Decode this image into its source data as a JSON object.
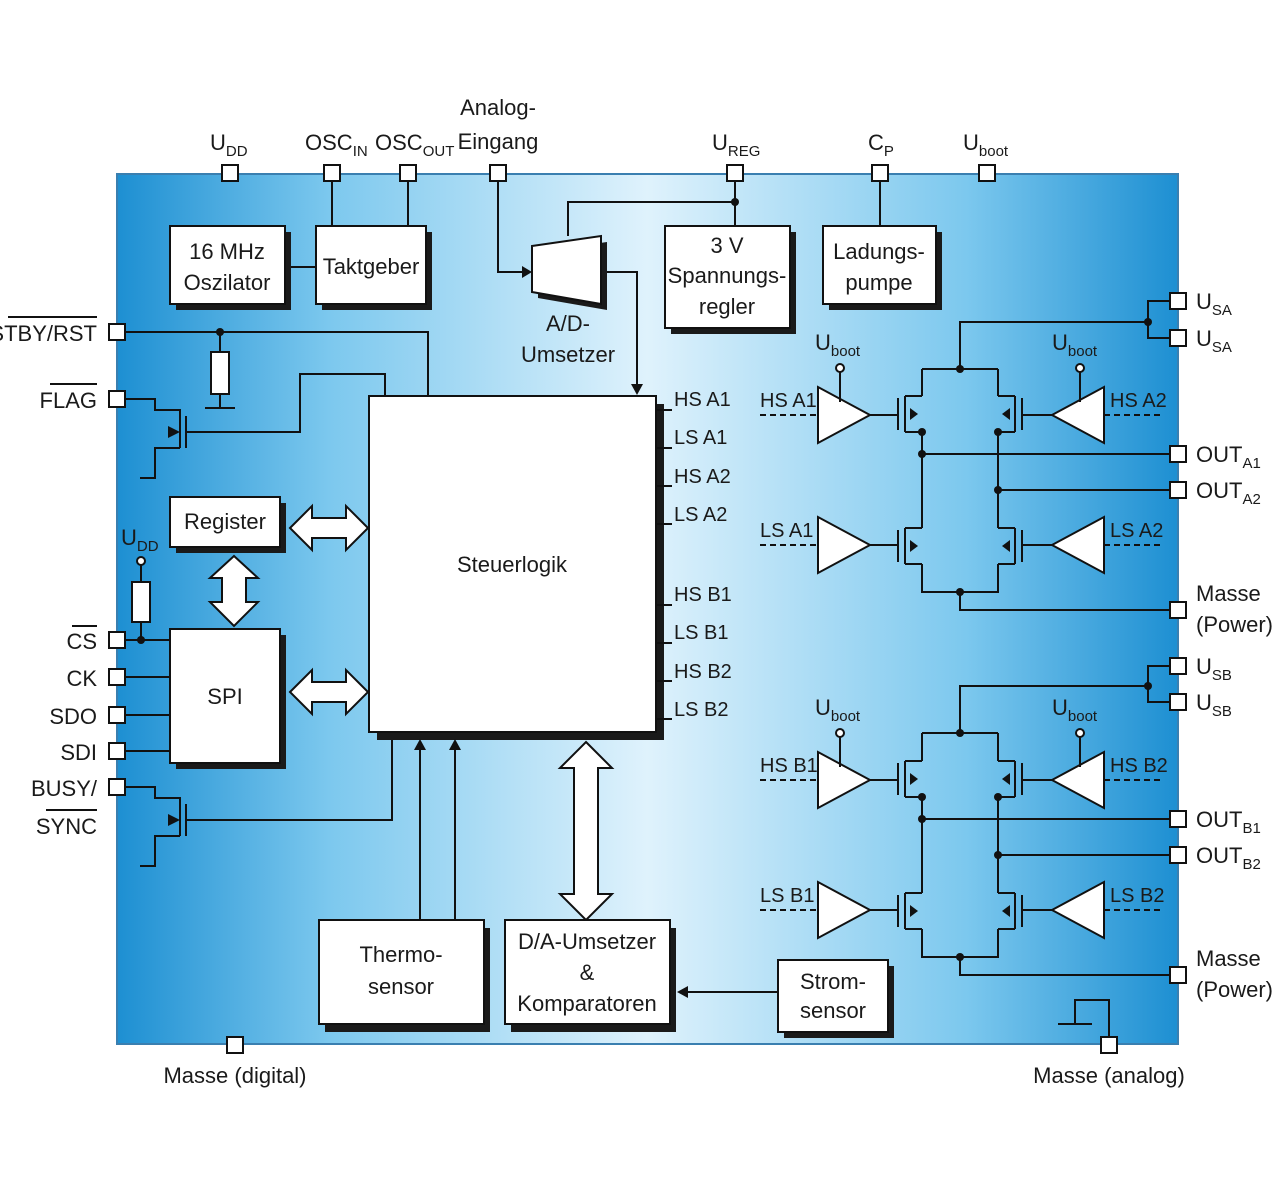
{
  "pins_top": {
    "udd": {
      "main": "U",
      "sub": "DD"
    },
    "osc_in": {
      "main": "OSC",
      "sub": "IN"
    },
    "osc_out": {
      "main": "OSC",
      "sub": "OUT"
    },
    "analog_1": "Analog-",
    "analog_2": "Eingang",
    "ureg": {
      "main": "U",
      "sub": "REG"
    },
    "cp": {
      "main": "C",
      "sub": "P"
    },
    "uboot": {
      "main": "U",
      "sub": "boot"
    }
  },
  "pins_left": {
    "stby": "STBY/RST",
    "flag": "FLAG",
    "udd": {
      "main": "U",
      "sub": "DD"
    },
    "cs": "CS",
    "ck": "CK",
    "sdo": "SDO",
    "sdi": "SDI",
    "busy": "BUSY/",
    "sync": "SYNC"
  },
  "pins_right": {
    "usa1": {
      "main": "U",
      "sub": "SA"
    },
    "usa2": {
      "main": "U",
      "sub": "SA"
    },
    "outa1": {
      "main": "OUT",
      "sub": "A1"
    },
    "outa2": {
      "main": "OUT",
      "sub": "A2"
    },
    "masse_a_1": "Masse",
    "masse_a_2": "(Power)",
    "usb1": {
      "main": "U",
      "sub": "SB"
    },
    "usb2": {
      "main": "U",
      "sub": "SB"
    },
    "outb1": {
      "main": "OUT",
      "sub": "B1"
    },
    "outb2": {
      "main": "OUT",
      "sub": "B2"
    },
    "masse_b_1": "Masse",
    "masse_b_2": "(Power)"
  },
  "pins_bottom": {
    "masse_digital": "Masse (digital)",
    "masse_analog": "Masse (analog)"
  },
  "blocks": {
    "osc_1": "16 MHz",
    "osc_2": "Oszilator",
    "taktgeber": "Taktgeber",
    "adc_1": "A/D-",
    "adc_2": "Umsetzer",
    "regler_1": "3 V",
    "regler_2": "Spannungs-",
    "regler_3": "regler",
    "pumpe_1": "Ladungs-",
    "pumpe_2": "pumpe",
    "register": "Register",
    "spi": "SPI",
    "steuerlogik": "Steuerlogik",
    "thermo_1": "Thermo-",
    "thermo_2": "sensor",
    "dac_1": "D/A-Umsetzer",
    "dac_2": "&",
    "dac_3": "Komparatoren",
    "strom_1": "Strom-",
    "strom_2": "sensor"
  },
  "logic_outputs": [
    "HS A1",
    "LS A1",
    "HS A2",
    "LS A2",
    "HS B1",
    "LS B1",
    "HS B2",
    "LS B2"
  ],
  "bridge_a": {
    "hs1": "HS A1",
    "ls1": "LS A1",
    "hs2": "HS A2",
    "ls2": "LS A2",
    "uboot": {
      "main": "U",
      "sub": "boot"
    }
  },
  "bridge_b": {
    "hs1": "HS B1",
    "ls1": "LS B1",
    "hs2": "HS B2",
    "ls2": "LS B2",
    "uboot": {
      "main": "U",
      "sub": "boot"
    }
  },
  "colors": {
    "chip_edge": "#1e8fd0",
    "chip_center": "#d9f0fb",
    "line": "#111111"
  }
}
